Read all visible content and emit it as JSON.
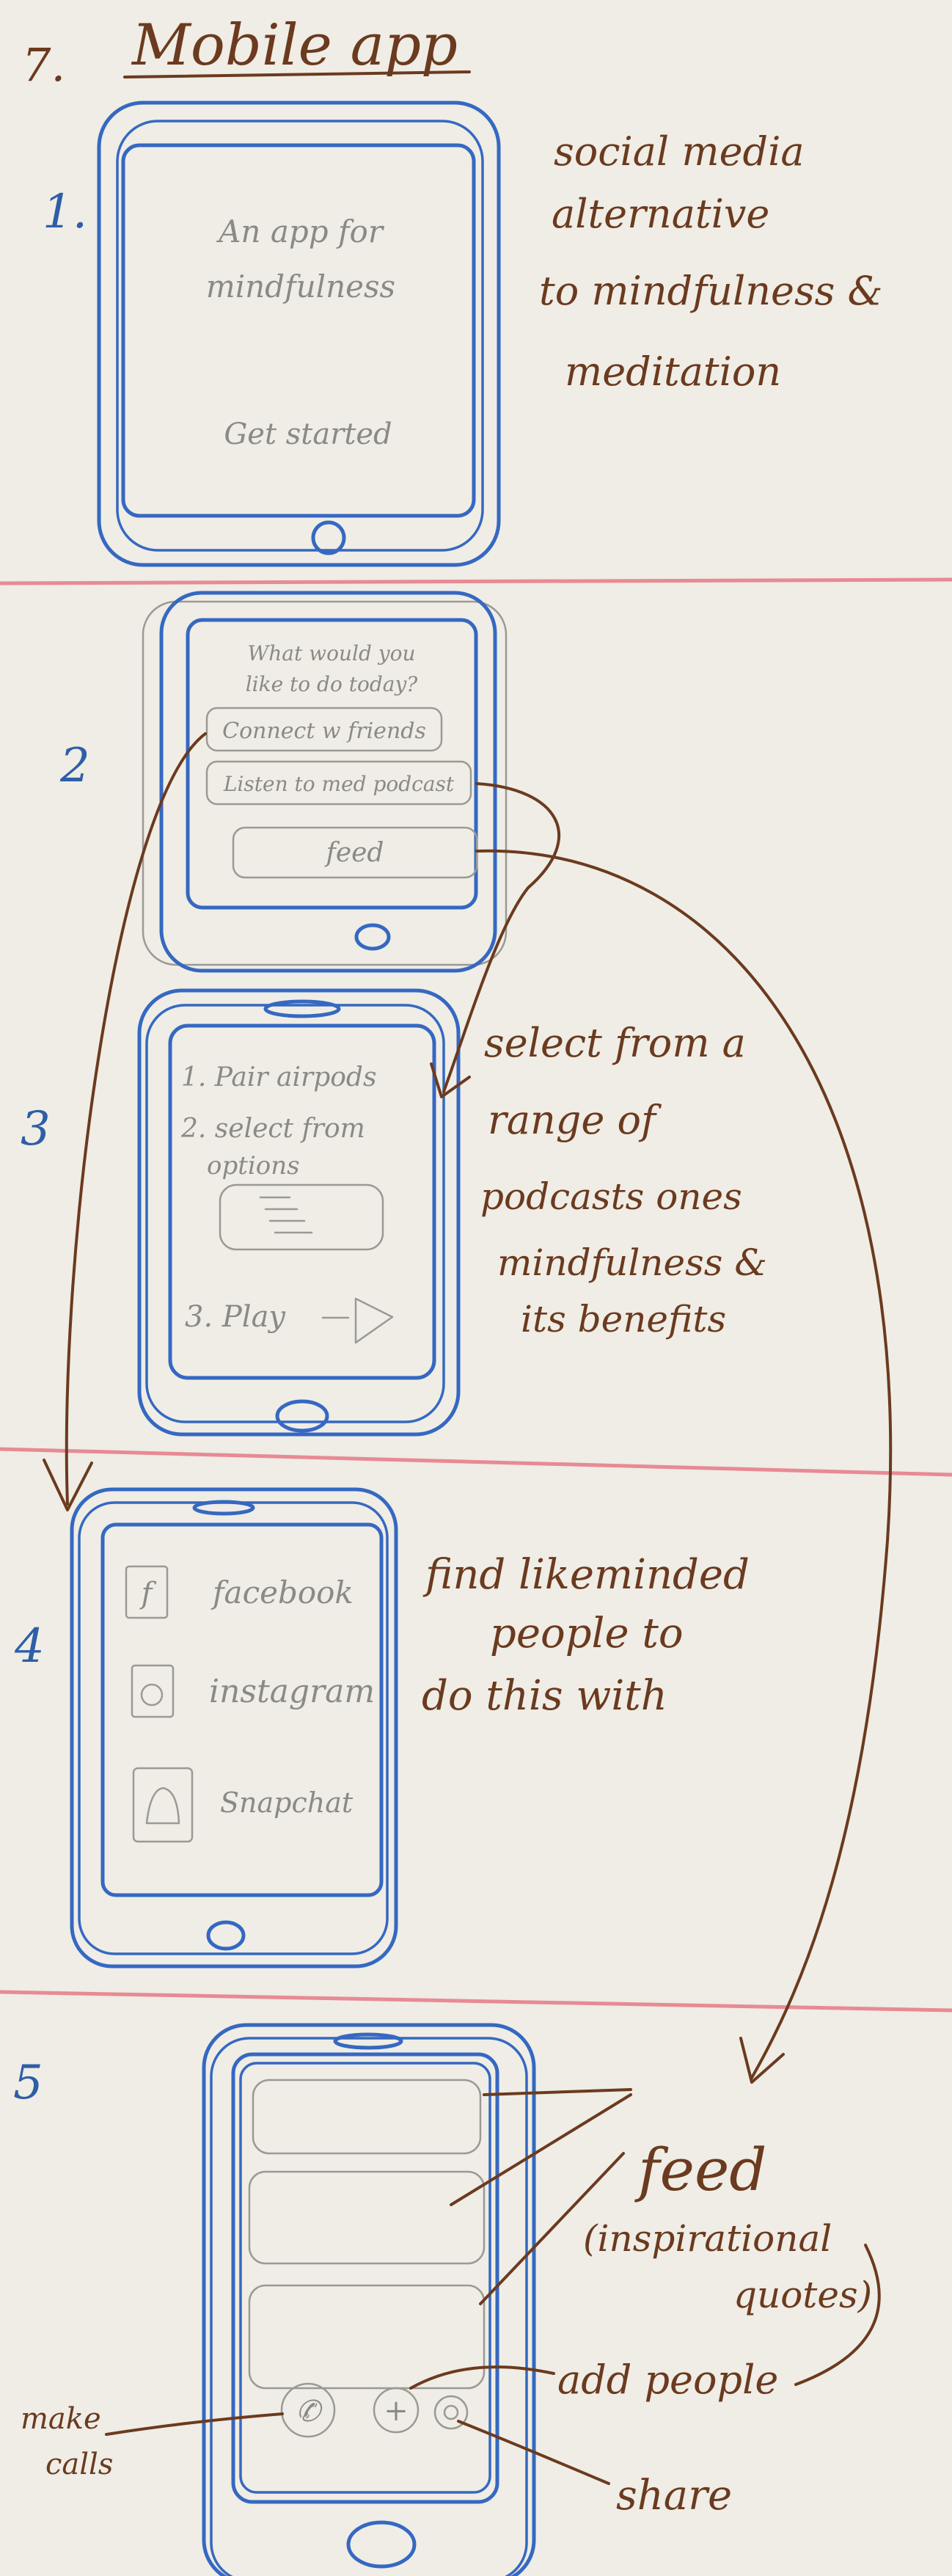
{
  "title": {
    "number": "7.",
    "text": "Mobile app"
  },
  "sections": [
    {
      "number": "1.",
      "screen_lines": [
        "An app for",
        "mindfulness"
      ],
      "button": "Get started",
      "note_lines": [
        "social media",
        "alternative",
        "to mindfulness &",
        "meditation"
      ]
    },
    {
      "number": "2",
      "prompt_lines": [
        "What would you",
        "like to do today?"
      ],
      "options": [
        "Connect w friends",
        "Listen to med podcast",
        "feed"
      ]
    },
    {
      "number": "3",
      "steps": [
        "1. Pair airpods",
        "2. select from",
        "options",
        "3. Play"
      ],
      "note_lines": [
        "select from a",
        "range of",
        "podcasts ones",
        "mindfulness &",
        "its benefits"
      ]
    },
    {
      "number": "4",
      "apps": [
        {
          "label": "facebook",
          "icon": "f"
        },
        {
          "label": "instagram",
          "icon": ""
        },
        {
          "label": "Snapchat",
          "icon": ""
        }
      ],
      "note_lines": [
        "find likeminded",
        "people to",
        "do this with"
      ]
    },
    {
      "number": "5",
      "note_lines": [
        "feed",
        "(inspirational",
        "quotes)"
      ],
      "add_people": "add people",
      "share": "share",
      "make_calls_lines": [
        "make",
        "calls"
      ]
    }
  ],
  "colors": {
    "paper": "#efede5",
    "blue_pen": "#3568c2",
    "brown_pen": "#6b3a1f",
    "pencil": "#9a9a95",
    "divider": "#e88a95"
  }
}
